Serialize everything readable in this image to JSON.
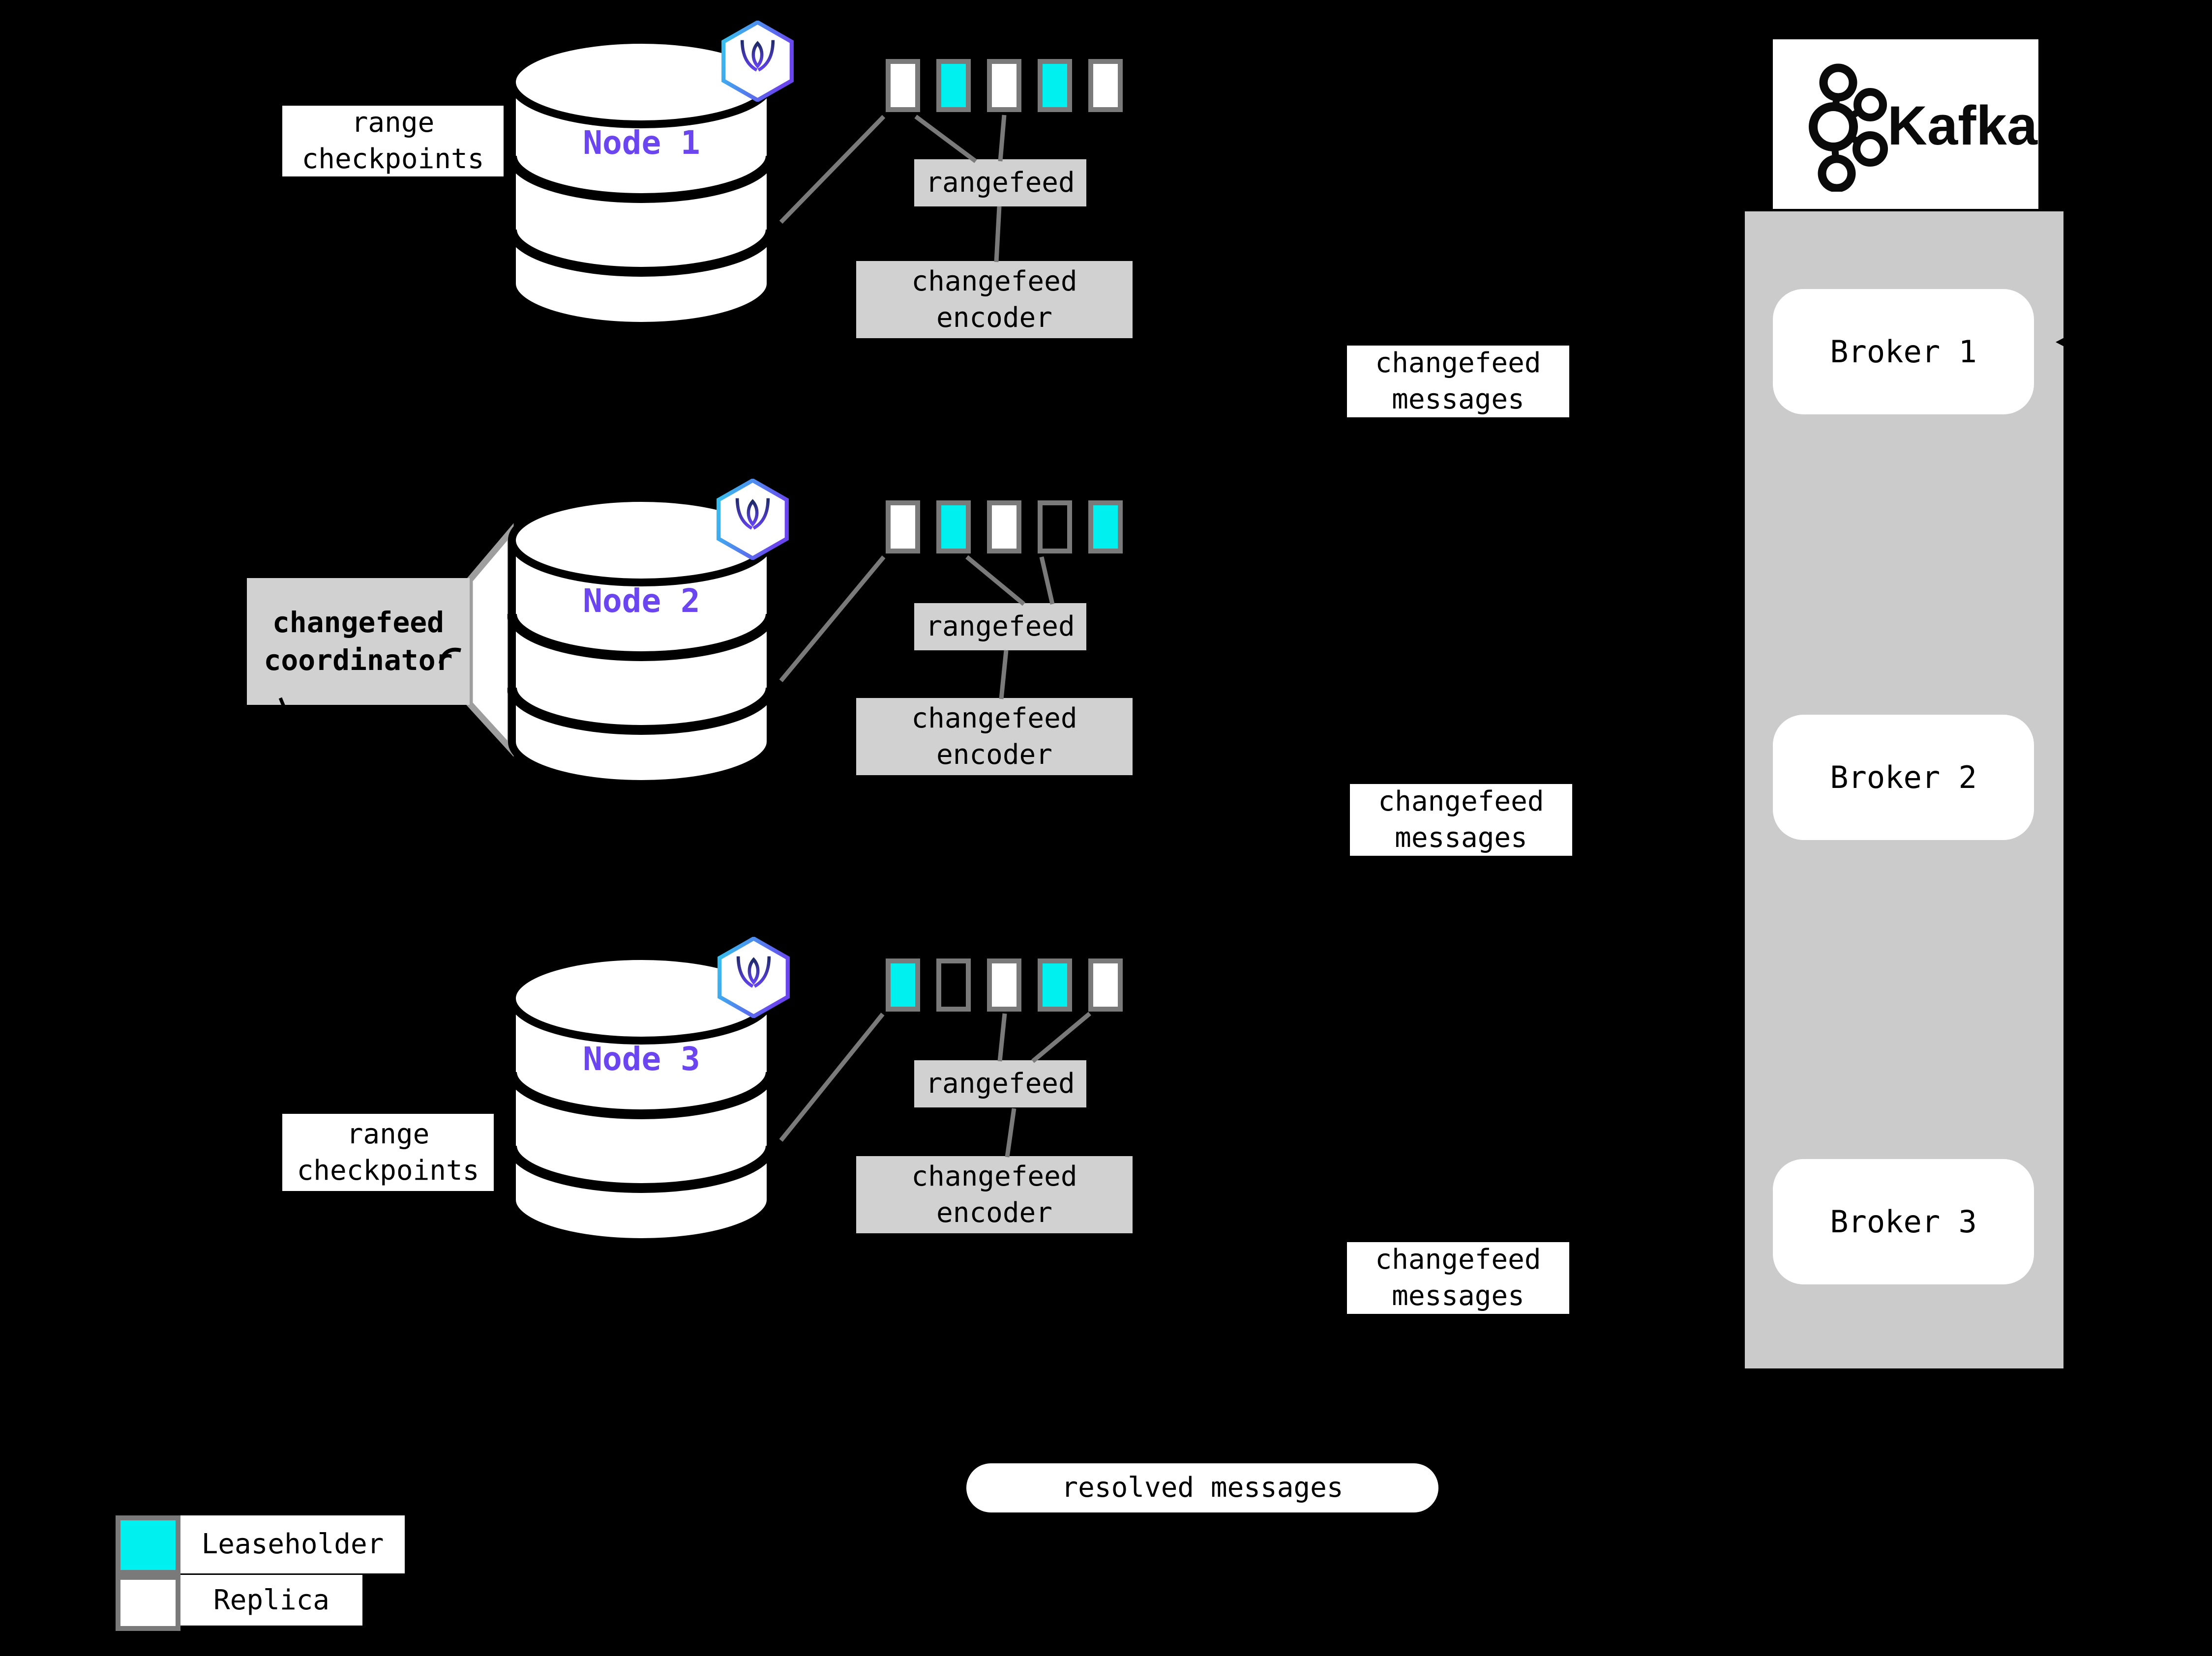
{
  "nodes": [
    {
      "label": "Node 1",
      "ranges": [
        "replica",
        "leaseholder",
        "replica",
        "leaseholder",
        "replica"
      ],
      "rangefeed_label": "rangefeed",
      "encoder_label": "changefeed\nencoder"
    },
    {
      "label": "Node 2",
      "ranges": [
        "replica",
        "leaseholder",
        "replica",
        "empty",
        "leaseholder"
      ],
      "rangefeed_label": "rangefeed",
      "encoder_label": "changefeed\nencoder"
    },
    {
      "label": "Node 3",
      "ranges": [
        "leaseholder",
        "empty",
        "replica",
        "leaseholder",
        "replica"
      ],
      "rangefeed_label": "rangefeed",
      "encoder_label": "changefeed\nencoder"
    }
  ],
  "annotations": {
    "range_checkpoints_top": "range\ncheckpoints",
    "range_checkpoints_bottom": "range\ncheckpoints",
    "changefeed_coordinator": "changefeed\ncoordinator",
    "changefeed_messages": "changefeed\nmessages",
    "resolved_messages": "resolved messages"
  },
  "kafka": {
    "brand": "Kafka",
    "brokers": [
      {
        "label": "Broker 1"
      },
      {
        "label": "Broker 2"
      },
      {
        "label": "Broker 3"
      }
    ]
  },
  "legend": {
    "items": [
      {
        "key": "leaseholder",
        "label": "Leaseholder",
        "color": "#00F0F0"
      },
      {
        "key": "replica",
        "label": "Replica",
        "color": "#FFFFFF"
      }
    ]
  },
  "colors": {
    "background": "#000000",
    "leaseholder": "#00F0F0",
    "replica": "#FFFFFF",
    "square_border": "#7A7A7A",
    "kafka_panel": "#CBCBCB",
    "gray_box": "#D1D1D1",
    "connector_line": "#7A7A7A",
    "node_label": "#6B46F0",
    "hex_gradient_start": "#35C8EE",
    "hex_gradient_end": "#6A45EE"
  }
}
